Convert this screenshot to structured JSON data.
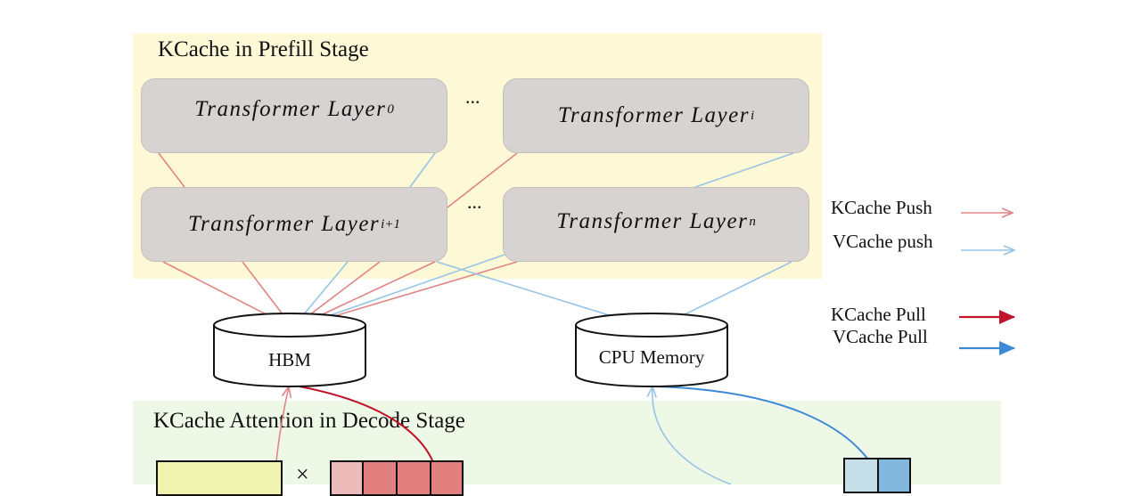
{
  "prefill": {
    "title": "KCache  in Prefill Stage",
    "layers": [
      {
        "base": "Transformer Layer",
        "sub": "0"
      },
      {
        "base": "Transformer Layer",
        "sub": "i"
      },
      {
        "base": "Transformer Layer",
        "sub": "i+1"
      },
      {
        "base": "Transformer Layer",
        "sub": "n"
      }
    ],
    "ellipsis_top": "...",
    "ellipsis_bottom": "..."
  },
  "storage": {
    "hbm": "HBM",
    "cpu": "CPU Memory"
  },
  "decode": {
    "title": "KCache Attention in Decode Stage",
    "times": "×"
  },
  "legend": {
    "kcache_push": "KCache Push",
    "vcache_push": "VCache push",
    "kcache_pull": "KCache Pull",
    "vcache_pull": "VCache Pull"
  },
  "colors": {
    "kcache_push": "#e08585",
    "vcache_push": "#98c4e6",
    "kcache_pull": "#c0142a",
    "vcache_pull": "#3d8ad6",
    "prefill_bg": "#fdf8d6",
    "decode_bg": "#eef8e6",
    "layer_fill": "#d8d3d3",
    "query_fill": "#f0f2b0",
    "k_fill_light": "#eebbbb",
    "k_fill": "#e27f7f",
    "v_fill_light": "#c7dfe8",
    "v_fill": "#82b8dd"
  }
}
